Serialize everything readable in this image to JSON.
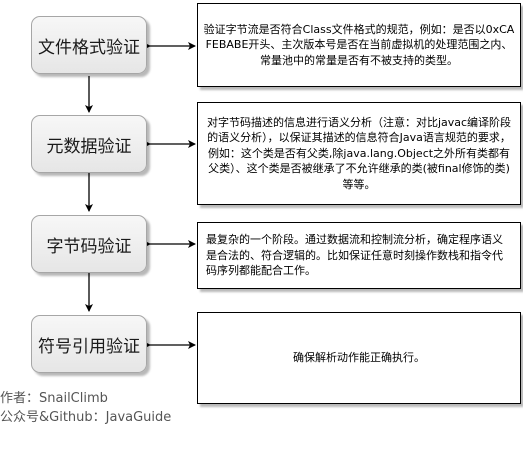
{
  "stages": [
    {
      "label": "文件格式验证",
      "description": "验证字节流是否符合Class文件格式的规范，例如：是否以0xCAFEBABE开头、主次版本号是否在当前虚拟机的处理范围之内、常量池中的常量是否有不被支持的类型。"
    },
    {
      "label": "元数据验证",
      "description": "对字节码描述的信息进行语义分析（注意：对比javac编译阶段的语义分析），以保证其描述的信息符合Java语言规范的要求，例如：这个类是否有父类,除java.lang.Object之外所有类都有父类）、这个类是否被继承了不允许继承的类(被final修饰的类)等等。"
    },
    {
      "label": "字节码验证",
      "description": "最复杂的一个阶段。通过数据流和控制流分析，确定程序语义是合法的、符合逻辑的。比如保证任意时刻操作数栈和指令代码序列都能配合工作。"
    },
    {
      "label": "符号引用验证",
      "description": "确保解析动作能正确执行。"
    }
  ],
  "credits": {
    "author": "作者：SnailClimb",
    "account": "公众号&Github：JavaGuide"
  },
  "colors": {
    "stage_border": "#a6a6a6",
    "stage_fill_top": "#f7f7f7",
    "stage_fill_bottom": "#e6e6e6",
    "arrow": "#000000",
    "credits_text": "#555555"
  }
}
